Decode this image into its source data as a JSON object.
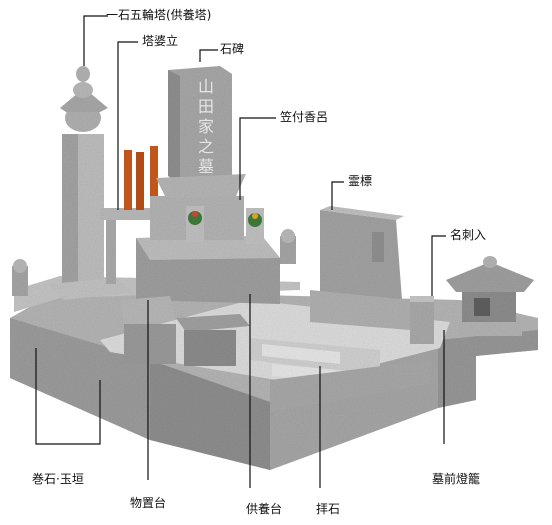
{
  "labels": {
    "gorinto": "一石五輪塔(供養塔)",
    "toba_tate": "塔婆立",
    "sekihi": "石碑",
    "kasa_koro": "笠付香呂",
    "reihyo": "霊標",
    "meishi_ire": "名刺入",
    "bozen_toro": "墓前燈籠",
    "maki_ishi": "巻石·玉垣",
    "monooki_dai": "物置台",
    "kuyo_dai": "供養台",
    "hai_seki": "拝石"
  },
  "inscription": [
    "山",
    "田",
    "家",
    "之",
    "墓"
  ],
  "colors": {
    "granite_light": "#c9c9c9",
    "granite_mid": "#a9a9a9",
    "granite_dark": "#8a8a8a",
    "toba_orange": "#c85a1e",
    "leader_line": "#111111"
  }
}
